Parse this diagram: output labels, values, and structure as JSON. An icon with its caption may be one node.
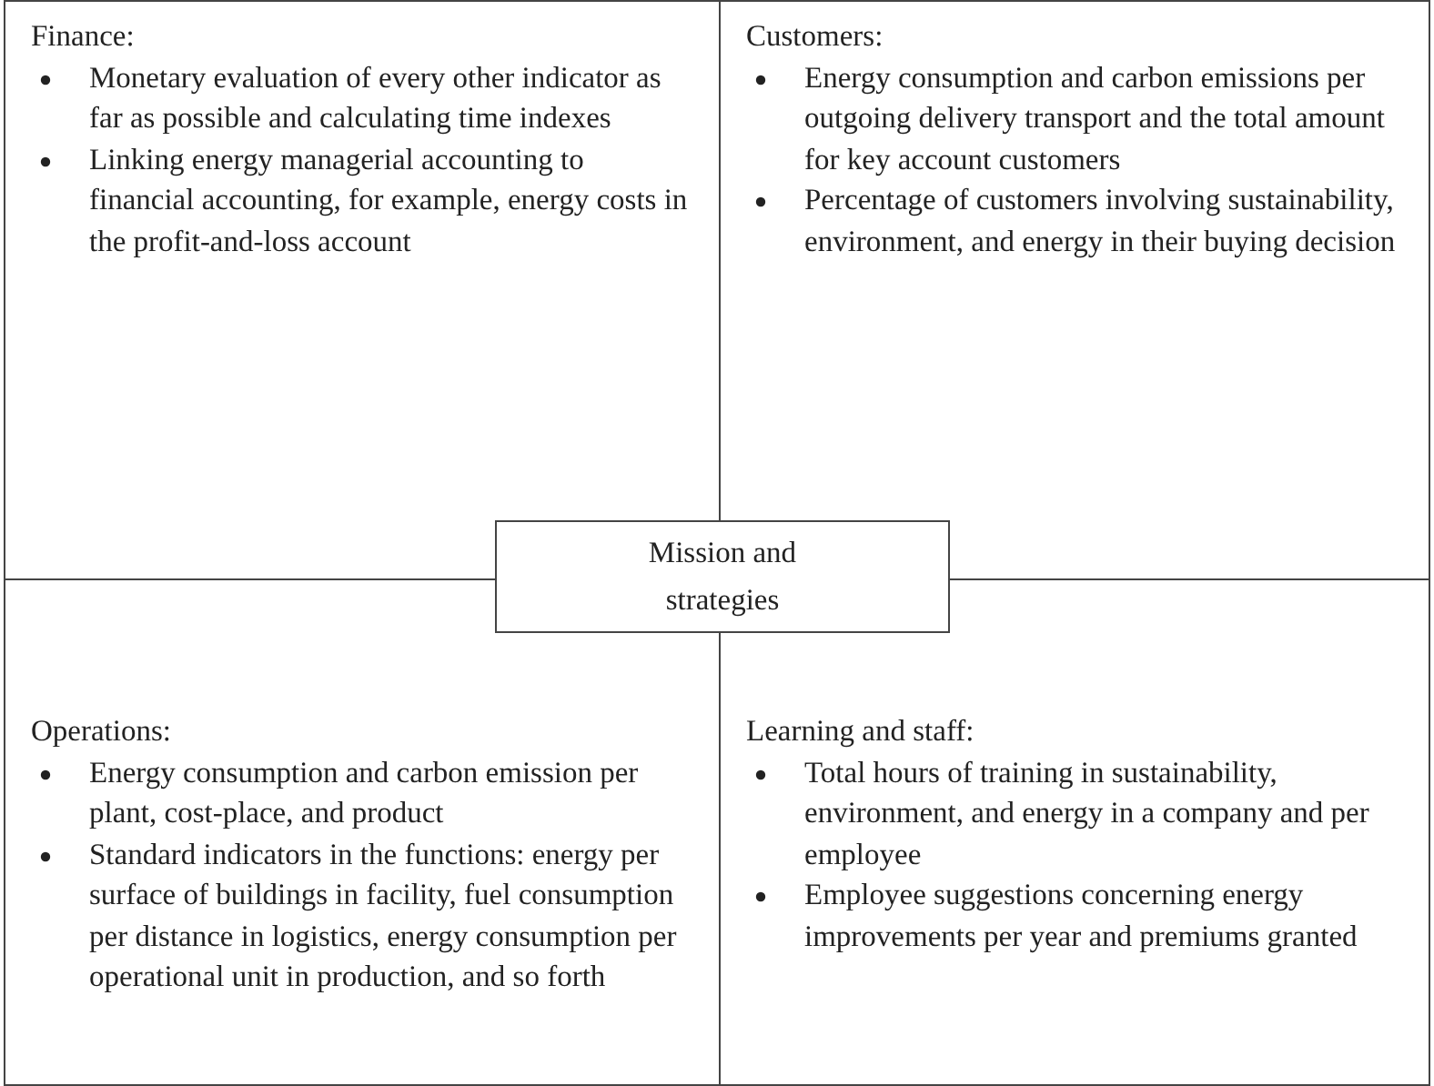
{
  "diagram": {
    "nodes": [
      {
        "text": [
          "Finance:",
          "Monetary evaluation of every other indicator as far as possible and calculating time indexes",
          "Linking energy managerial accounting to financial accounting, for example, energy costs in the profit-and-loss account"
        ]
      },
      {
        "text": [
          "Customers:",
          "Energy consumption and carbon emissions per outgoing delivery transport and the total amount for key account customers",
          "Percentage of customers involving sustainability, environment, and energy in their buying decision"
        ]
      },
      {
        "text": [
          "Operations:",
          "Energy consumption and carbon emission per plant, cost-place, and product",
          "Standard indicators in the functions: energy per surface of buildings in facility, fuel consumption per distance in logistics, energy consumption per operational unit in production, and so forth"
        ]
      },
      {
        "text": [
          "Learning and staff:",
          "Total hours of training in sustainability, environment, and energy in a company and per employee",
          "Employee suggestions concerning energy improvements per year and premiums granted"
        ]
      },
      {
        "text": [
          "Mission and strategies"
        ]
      }
    ]
  }
}
